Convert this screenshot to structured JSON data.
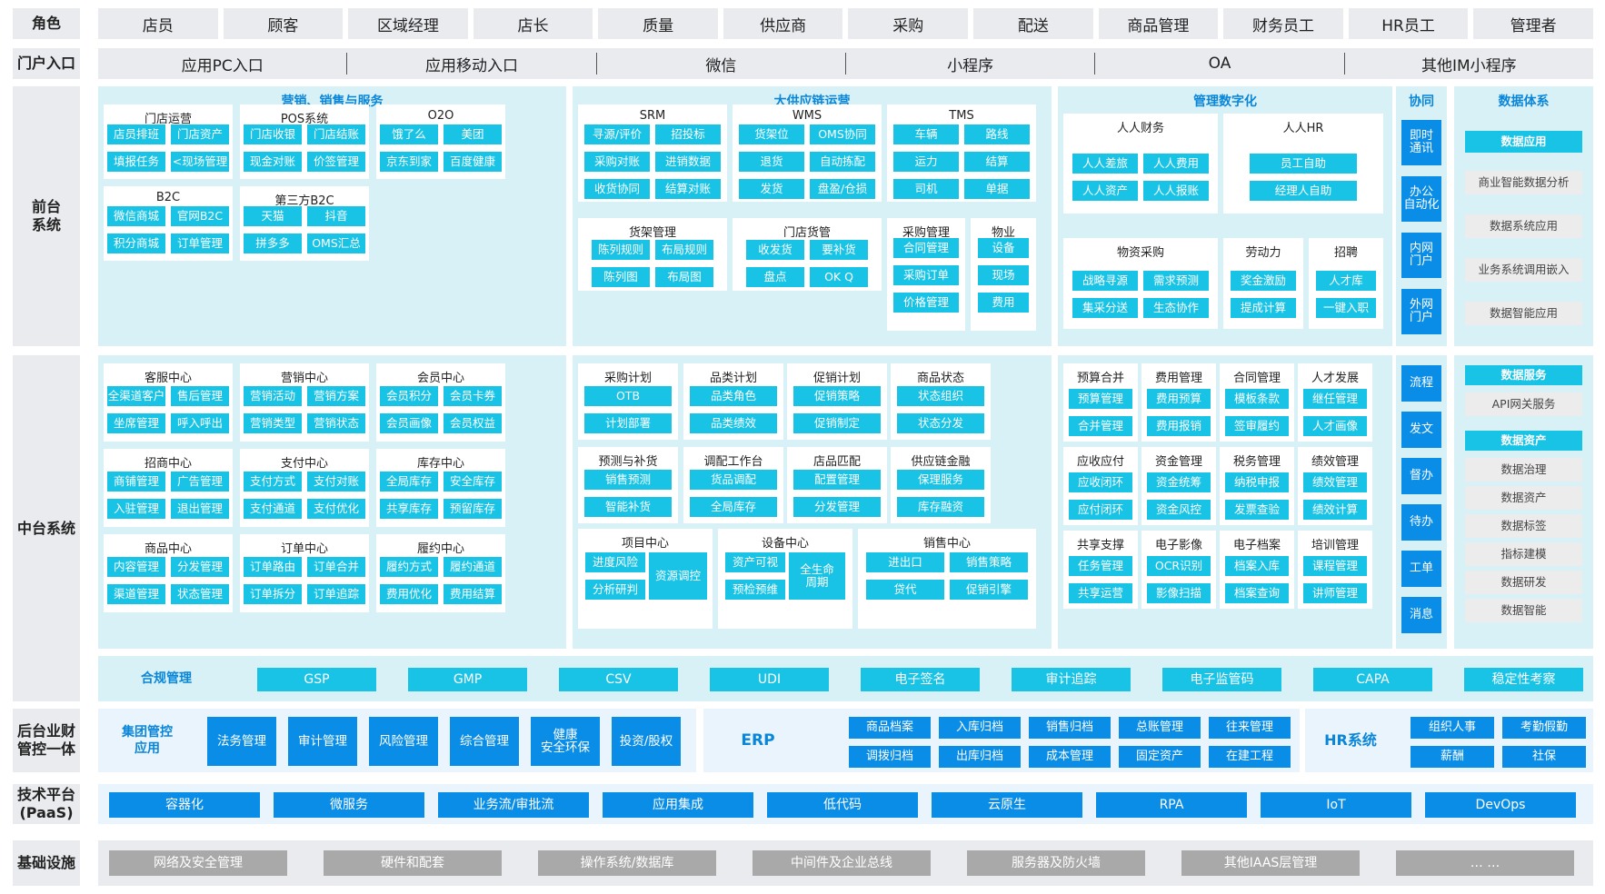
{
  "side_labels": [
    "角色",
    "门户入口",
    "前台\n系统",
    "中台系统",
    "后台业财\n管控一体",
    "技术平台\n(PaaS)",
    "基础设施"
  ],
  "roles": [
    "店员",
    "顾客",
    "区域经理",
    "店长",
    "质量",
    "供应商",
    "采购",
    "配送",
    "商品管理",
    "财务员工",
    "HR员工",
    "管理者"
  ],
  "portals": [
    "应用PC入口",
    "应用移动入口",
    "微信",
    "小程序",
    "OA",
    "其他IM小程序"
  ],
  "front": {
    "marketing": {
      "title": "营销、销售与服务",
      "cards": [
        {
          "title": "门店运营",
          "items": [
            "店员排班",
            "门店资产",
            "填报任务",
            "<现场管理"
          ]
        },
        {
          "title": "POS系统",
          "items": [
            "门店收银",
            "门店结账",
            "现金对账",
            "价签管理"
          ]
        },
        {
          "title": "O2O",
          "items": [
            "饿了么",
            "美团",
            "京东到家",
            "百度健康"
          ]
        },
        {
          "title": "B2C",
          "items": [
            "微信商城",
            "官网B2C",
            "积分商城",
            "订单管理"
          ]
        },
        {
          "title": "第三方B2C",
          "items": [
            "天猫",
            "抖音",
            "拼多多",
            "OMS汇总"
          ]
        }
      ]
    },
    "supply": {
      "title": "大供应链运营",
      "cards": [
        {
          "title": "SRM",
          "items": [
            "寻源/评价",
            "招投标",
            "采购对账",
            "进销数据",
            "收货协同",
            "结算对账"
          ]
        },
        {
          "title": "WMS",
          "items": [
            "货架位",
            "OMS协同",
            "退货",
            "自动拣配",
            "发货",
            "盘盈/仓损"
          ]
        },
        {
          "title": "TMS",
          "items": [
            "车辆",
            "路线",
            "运力",
            "结算",
            "司机",
            "单据"
          ]
        },
        {
          "title": "货架管理",
          "items": [
            "陈列规则",
            "布局规则",
            "陈列图",
            "布局图"
          ]
        },
        {
          "title": "门店货管",
          "items": [
            "收发货",
            "要补货",
            "盘点",
            "OK Q"
          ]
        },
        {
          "title": "采购管理",
          "items": [
            "合同管理",
            "采购订单",
            "价格管理"
          ]
        },
        {
          "title": "物业",
          "items": [
            "设备",
            "现场",
            "费用"
          ]
        }
      ]
    },
    "mgmt": {
      "title": "管理数字化",
      "cards": [
        {
          "title": "人人财务",
          "items": [
            "人人差旅",
            "人人费用",
            "人人资产",
            "人人报账"
          ]
        },
        {
          "title": "人人HR",
          "items": [
            "员工自助",
            "经理人自助"
          ]
        },
        {
          "title": "物资采购",
          "items": [
            "战略寻源",
            "需求预测",
            "集采分送",
            "生态协作"
          ]
        },
        {
          "title": "劳动力",
          "items": [
            "奖金激励",
            "提成计算"
          ]
        },
        {
          "title": "招聘",
          "items": [
            "人才库",
            "一键入职"
          ]
        }
      ]
    },
    "collab": {
      "title": "协同",
      "items": [
        "即时\n通讯",
        "办公\n自动化",
        "内网\n门户",
        "外网\n门户"
      ]
    },
    "datasys": {
      "title": "数据体系",
      "header": "数据应用",
      "items": [
        "商业智能数据分析",
        "数据系统应用",
        "业务系统调用嵌入",
        "数据智能应用"
      ]
    }
  },
  "middle": {
    "left_cards": [
      {
        "title": "客服中心",
        "items": [
          "全渠道客户",
          "售后管理",
          "坐席管理",
          "呼入呼出"
        ]
      },
      {
        "title": "营销中心",
        "items": [
          "营销活动",
          "营销方案",
          "营销类型",
          "营销状态"
        ]
      },
      {
        "title": "会员中心",
        "items": [
          "会员积分",
          "会员卡券",
          "会员画像",
          "会员权益"
        ]
      },
      {
        "title": "招商中心",
        "items": [
          "商铺管理",
          "广告管理",
          "入驻管理",
          "退出管理"
        ]
      },
      {
        "title": "支付中心",
        "items": [
          "支付方式",
          "支付对账",
          "支付通道",
          "支付优化"
        ]
      },
      {
        "title": "库存中心",
        "items": [
          "全局库存",
          "安全库存",
          "共享库存",
          "预留库存"
        ]
      },
      {
        "title": "商品中心",
        "items": [
          "内容管理",
          "分发管理",
          "渠道管理",
          "状态管理"
        ]
      },
      {
        "title": "订单中心",
        "items": [
          "订单路由",
          "订单合并",
          "订单拆分",
          "订单追踪"
        ]
      },
      {
        "title": "履约中心",
        "items": [
          "履约方式",
          "履约通道",
          "费用优化",
          "费用结算"
        ]
      }
    ],
    "mid_cards": [
      {
        "title": "采购计划",
        "items": [
          "OTB",
          "计划部署"
        ]
      },
      {
        "title": "品类计划",
        "items": [
          "品类角色",
          "品类绩效"
        ]
      },
      {
        "title": "促销计划",
        "items": [
          "促销策略",
          "促销制定"
        ]
      },
      {
        "title": "商品状态",
        "items": [
          "状态组织",
          "状态分发"
        ]
      },
      {
        "title": "预测与补货",
        "items": [
          "销售预测",
          "智能补货"
        ]
      },
      {
        "title": "调配工作台",
        "items": [
          "货品调配",
          "全局库存"
        ]
      },
      {
        "title": "店品匹配",
        "items": [
          "配置管理",
          "分发管理"
        ]
      },
      {
        "title": "供应链金融",
        "items": [
          "保理服务",
          "库存融资"
        ]
      },
      {
        "title": "项目中心",
        "items": [
          "进度风险",
          "分析研判",
          "资源调控"
        ]
      },
      {
        "title": "设备中心",
        "items": [
          "资产可视",
          "预检预维",
          "全生命\n周期"
        ]
      },
      {
        "title": "销售中心",
        "items": [
          "进出口",
          "销售策略",
          "贷代",
          "促销引擎"
        ]
      }
    ],
    "right_cards": [
      {
        "title": "预算合并",
        "items": [
          "预算管理",
          "合并管理"
        ]
      },
      {
        "title": "费用管理",
        "items": [
          "费用预算",
          "费用报销"
        ]
      },
      {
        "title": "合同管理",
        "items": [
          "模板条款",
          "签审履约"
        ]
      },
      {
        "title": "人才发展",
        "items": [
          "继任管理",
          "人才画像"
        ]
      },
      {
        "title": "应收应付",
        "items": [
          "应收闭环",
          "应付闭环"
        ]
      },
      {
        "title": "资金管理",
        "items": [
          "资金统筹",
          "资金风控"
        ]
      },
      {
        "title": "税务管理",
        "items": [
          "纳税申报",
          "发票查验"
        ]
      },
      {
        "title": "绩效管理",
        "items": [
          "绩效管理",
          "绩效计算"
        ]
      },
      {
        "title": "共享支撑",
        "items": [
          "任务管理",
          "共享运营"
        ]
      },
      {
        "title": "电子影像",
        "items": [
          "OCR识别",
          "影像扫描"
        ]
      },
      {
        "title": "电子档案",
        "items": [
          "档案入库",
          "档案查询"
        ]
      },
      {
        "title": "培训管理",
        "items": [
          "课程管理",
          "讲师管理"
        ]
      }
    ],
    "flow": [
      "流程",
      "发文",
      "督办",
      "待办",
      "工单",
      "消息"
    ],
    "data_service": {
      "header": "数据服务",
      "items": [
        "API网关服务"
      ]
    },
    "data_asset": {
      "header": "数据资产",
      "items": [
        "数据治理",
        "数据资产",
        "数据标签",
        "指标建模",
        "数据研发",
        "数据智能"
      ]
    },
    "compliance": {
      "title": "合规管理",
      "items": [
        "GSP",
        "GMP",
        "CSV",
        "UDI",
        "电子签名",
        "审计追踪",
        "电子监管码",
        "CAPA",
        "稳定性考察"
      ]
    }
  },
  "back": {
    "group": {
      "title": "集团管控\n应用",
      "items": [
        "法务管理",
        "审计管理",
        "风险管理",
        "综合管理",
        "健康\n安全环保",
        "投资/股权"
      ]
    },
    "erp": {
      "title": "ERP",
      "items": [
        "商品档案",
        "入库归档",
        "销售归档",
        "总账管理",
        "往来管理",
        "调拨归档",
        "出库归档",
        "成本管理",
        "固定资产",
        "在建工程"
      ]
    },
    "hr": {
      "title": "HR系统",
      "items": [
        "组织人事",
        "考勤假勤",
        "薪酬",
        "社保"
      ]
    }
  },
  "paas": [
    "容器化",
    "微服务",
    "业务流/审批流",
    "应用集成",
    "低代码",
    "云原生",
    "RPA",
    "IoT",
    "DevOps"
  ],
  "infra": [
    "网络及安全管理",
    "硬件和配套",
    "操作系统/数据库",
    "中间件及企业总线",
    "服务器及防火墙",
    "其他IAAS层管理",
    "… …"
  ]
}
